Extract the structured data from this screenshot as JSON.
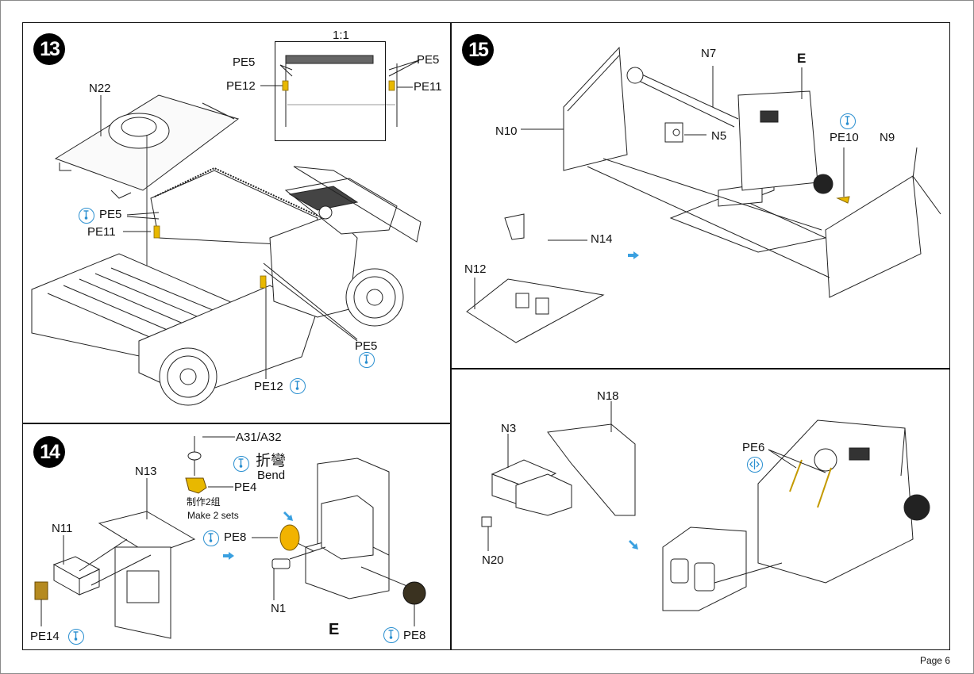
{
  "page": {
    "number_label": "Page 6"
  },
  "colors": {
    "photo_etch": "#e8b800",
    "icon_blue": "#2a8fd0",
    "ink": "#111111"
  },
  "steps": [
    {
      "number": "13",
      "scale_note": "1:1",
      "labels": {
        "n22": "N22",
        "pe5_inset_left": "PE5",
        "pe12_inset": "PE12",
        "pe5_inset_right": "PE5",
        "pe11_inset": "PE11",
        "pe5_main": "PE5",
        "pe11_main": "PE11",
        "pe5_lower": "PE5",
        "pe12_lower": "PE12"
      },
      "icons": [
        "bend-icon",
        "bend-icon",
        "bend-icon"
      ]
    },
    {
      "number": "14",
      "labels": {
        "a31_a32": "A31/A32",
        "bend_cn": "折彎",
        "bend_en": "Bend",
        "pe4": "PE4",
        "make_cn": "制作2组",
        "make_en": "Make 2 sets",
        "n13": "N13",
        "n11": "N11",
        "pe8_left": "PE8",
        "pe14": "PE14",
        "n1": "N1",
        "e": "E",
        "pe8_right": "PE8"
      }
    },
    {
      "number": "15",
      "labels": {
        "n7": "N7",
        "e": "E",
        "n10": "N10",
        "n5": "N5",
        "pe10": "PE10",
        "n9": "N9",
        "n14": "N14",
        "n12": "N12"
      }
    },
    {
      "number": "",
      "labels": {
        "n18": "N18",
        "n3": "N3",
        "n20": "N20",
        "pe6": "PE6"
      },
      "icons": [
        "twist-icon"
      ]
    }
  ]
}
